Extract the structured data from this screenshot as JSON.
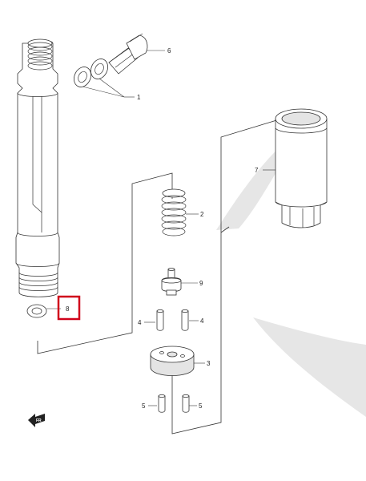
{
  "diagram": {
    "callouts": [
      {
        "id": "p1",
        "label": "1"
      },
      {
        "id": "p2",
        "label": "2"
      },
      {
        "id": "p3",
        "label": "3"
      },
      {
        "id": "p4a",
        "label": "4"
      },
      {
        "id": "p4b",
        "label": "4"
      },
      {
        "id": "p5a",
        "label": "5"
      },
      {
        "id": "p5b",
        "label": "5"
      },
      {
        "id": "p6",
        "label": "6"
      },
      {
        "id": "p7",
        "label": "7"
      },
      {
        "id": "p8",
        "label": "8"
      },
      {
        "id": "p9",
        "label": "9"
      }
    ],
    "highlight": {
      "part": "8",
      "color": "#d0021b"
    },
    "front_marker": {
      "text": "FR"
    },
    "colors": {
      "line": "#333333",
      "shade": "#e4e4e4",
      "watermark": "#e6e6e6"
    }
  }
}
